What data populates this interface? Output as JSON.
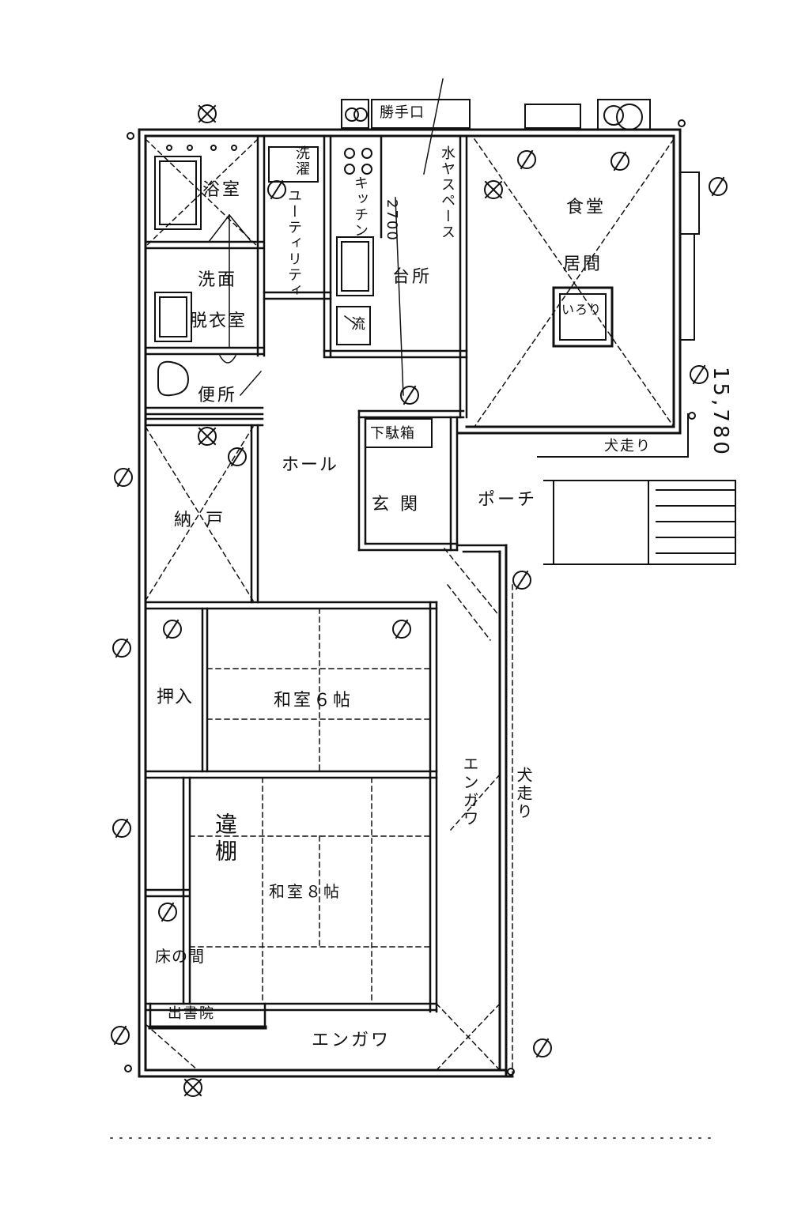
{
  "rooms": {
    "bath": "浴室",
    "laundry": "洗濯",
    "utility": "ユーティリティ",
    "kitchen": "キッチン",
    "kitchen_width": "2700",
    "water_space": "水ヤスペース",
    "kitchen_area": "台所",
    "sink": "流",
    "dining": "食堂",
    "living": "居間",
    "irori": "いろり",
    "washroom": "洗面",
    "dressing": "脱衣室",
    "toilet": "便所",
    "hall": "ホール",
    "shoe_box": "下駄箱",
    "entrance": "玄関",
    "porch": "ポーチ",
    "storage": "納戸",
    "closet": "押入",
    "tatami6": "和室６帖",
    "tatami8": "和室８帖",
    "shelves": "違棚",
    "tokonoma": "床の間",
    "study_window": "出書院",
    "engawa_side": "エンガワ",
    "engawa_bottom": "エンガワ",
    "drip_edge_right": "犬走り",
    "drip_edge_top": "犬走り",
    "service_door": "勝手口",
    "dimension_total": "15,780"
  }
}
